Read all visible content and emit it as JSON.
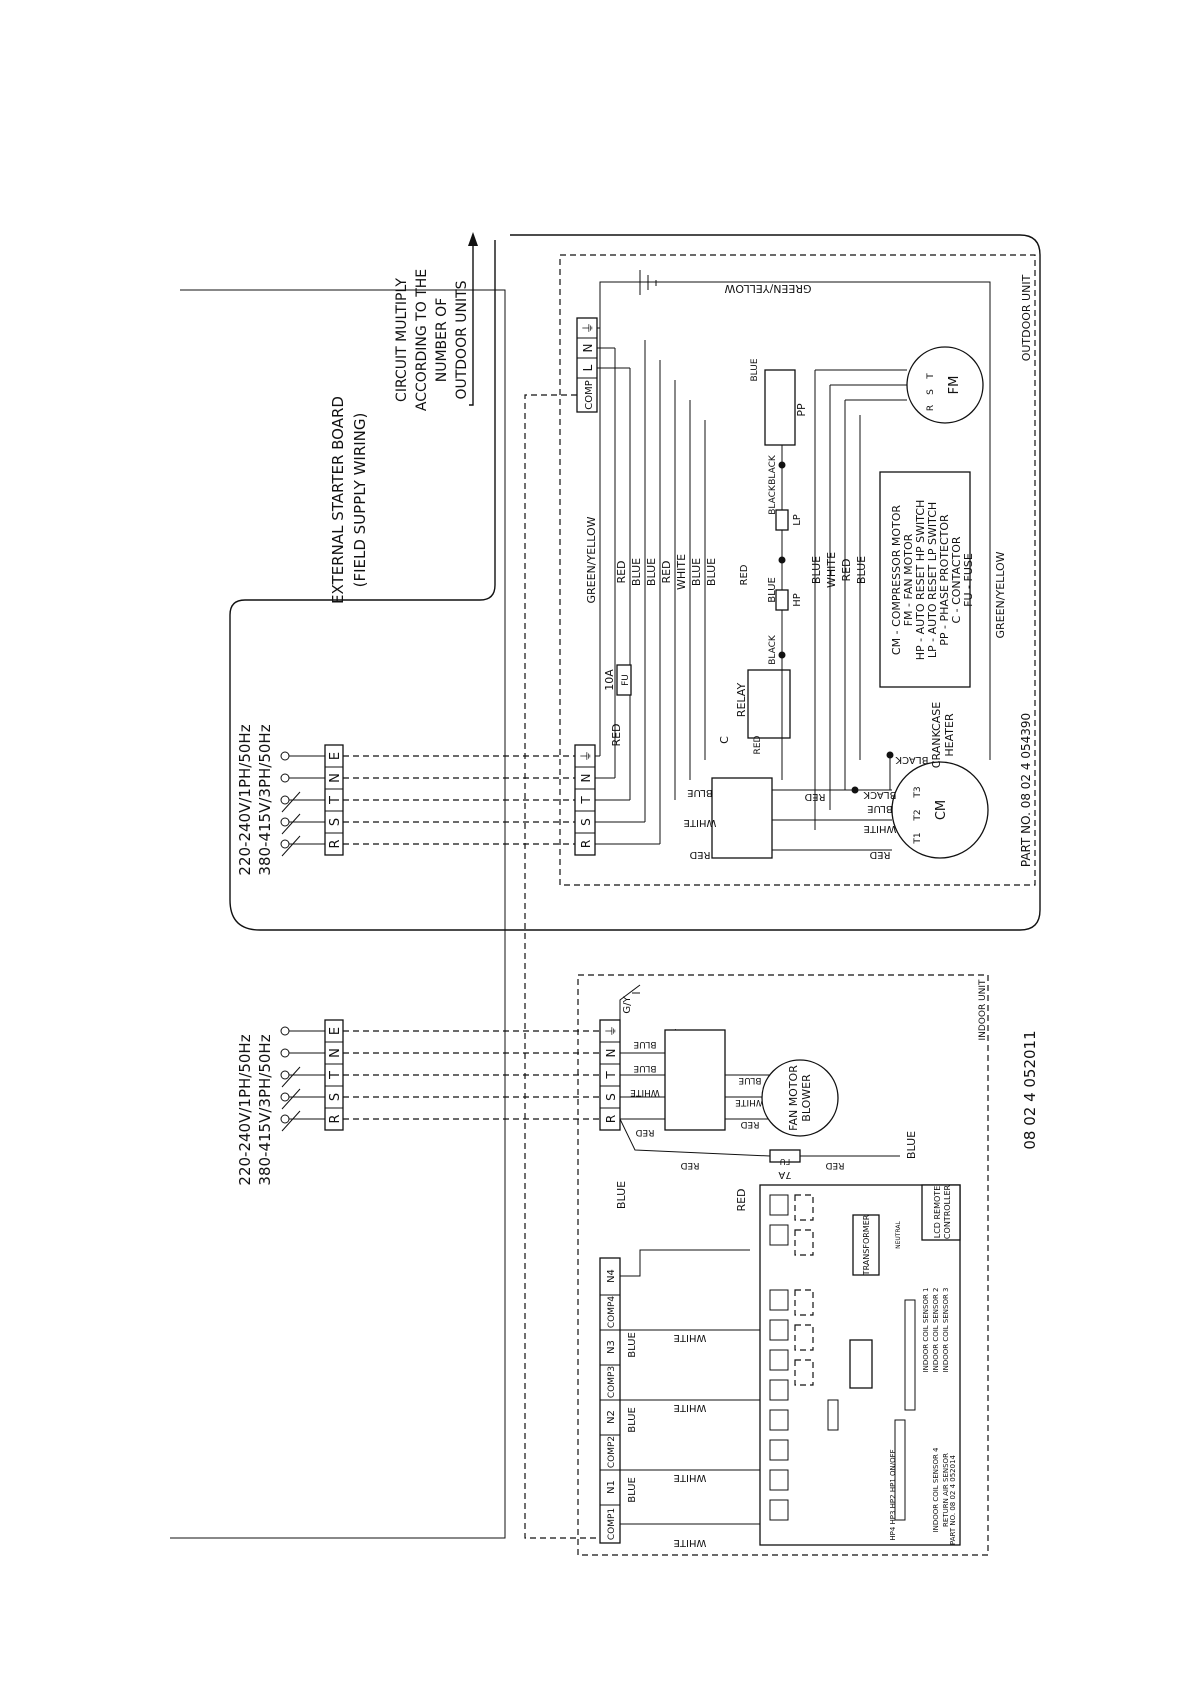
{
  "external_board": {
    "title": "EXTERNAL STARTER BOARD",
    "subtitle": "(FIELD SUPPLY WIRING)"
  },
  "circuit_note": [
    "CIRCUIT MULTIPLY",
    "ACCORDING TO THE",
    "NUMBER OF",
    "OUTDOOR UNITS"
  ],
  "supply": {
    "line1": "220-240V/1PH/50Hz",
    "line2": "380-415V/3PH/50Hz",
    "terminals": [
      "R",
      "S",
      "T",
      "N",
      "E"
    ]
  },
  "outdoor": {
    "label": "OUTDOOR UNIT",
    "part_no": "PART NO. 08 02 4 054390",
    "top_terminals": [
      "COMP",
      "L",
      "N",
      "⏚"
    ],
    "power_terminals": [
      "R",
      "S",
      "T",
      "N",
      "⏚"
    ],
    "fuse_rating": "10A",
    "fuse_label": "FU",
    "relay_label": "RELAY",
    "contactor_label": "C",
    "crankcase_label": [
      "CRANKCASE",
      "HEATER"
    ],
    "compressor_label": "CM",
    "fan_motor_label": "FM",
    "pp_label": "PP",
    "hp_label": "HP",
    "lp_label": "LP",
    "wire_labels": [
      "GREEN/YELLOW",
      "RED",
      "BLUE",
      "BLUE",
      "RED",
      "WHITE",
      "BLUE",
      "BLUE"
    ],
    "wire_labels_right": [
      "RED",
      "BLUE",
      "WHITE",
      "BLUE",
      "RED",
      "BLUE"
    ],
    "earth_top_label": "GREEN/YELLOW",
    "earth_right_label": "GREEN/YELLOW",
    "black_labels": [
      "BLACK",
      "BLACK",
      "BLACK",
      "BLACK",
      "BLACK"
    ],
    "comp_wires": [
      "RED",
      "BLUE",
      "WHITE",
      "RED"
    ],
    "contactor_wires": [
      "BLUE",
      "WHITE",
      "RED"
    ],
    "legend": [
      "CM  -  COMPRESSOR MOTOR",
      "FM  -  FAN MOTOR",
      "HP  -  AUTO RESET HP SWITCH",
      "LP  -  AUTO RESET LP SWITCH",
      "PP  -  PHASE PROTECTOR",
      "C    -  CONTACTOR",
      "FU  -  FUSE"
    ]
  },
  "indoor": {
    "label": "INDOOR UNIT",
    "doc_number": "08  02  4  052011",
    "board_part_no": "PART NO. 08 02 4 052014",
    "power_terminals": [
      "R",
      "S",
      "T",
      "N",
      "⏚"
    ],
    "gy_label": "G/Y",
    "fan_motor": [
      "FAN MOTOR",
      "BLOWER"
    ],
    "fuse_rating": "7A",
    "fuse_label": "FU",
    "transformer_label": "TRANSFORMER",
    "lcd_label": [
      "LCD REMOTE",
      "CONTROLLER"
    ],
    "comp_terminals": [
      "COMP1",
      "N1",
      "COMP2",
      "N2",
      "COMP3",
      "N3",
      "COMP4",
      "N4"
    ],
    "wire_labels": [
      "BLUE",
      "BLUE",
      "BLUE",
      "BLUE",
      "RED",
      "RED",
      "RED",
      "BLUE"
    ],
    "white_labels": [
      "WHITE",
      "WHITE",
      "WHITE",
      "WHITE"
    ],
    "sensor_labels": [
      "RETURN AIR SENSOR",
      "INDOOR COIL SENSOR 4",
      "INDOOR COIL SENSOR 1",
      "INDOOR COIL SENSOR 2",
      "INDOOR COIL SENSOR 3"
    ],
    "hp_labels": "HP4   HP3   HP2   HP1  ON/OFF",
    "neutral_label": "NEUTRAL"
  }
}
